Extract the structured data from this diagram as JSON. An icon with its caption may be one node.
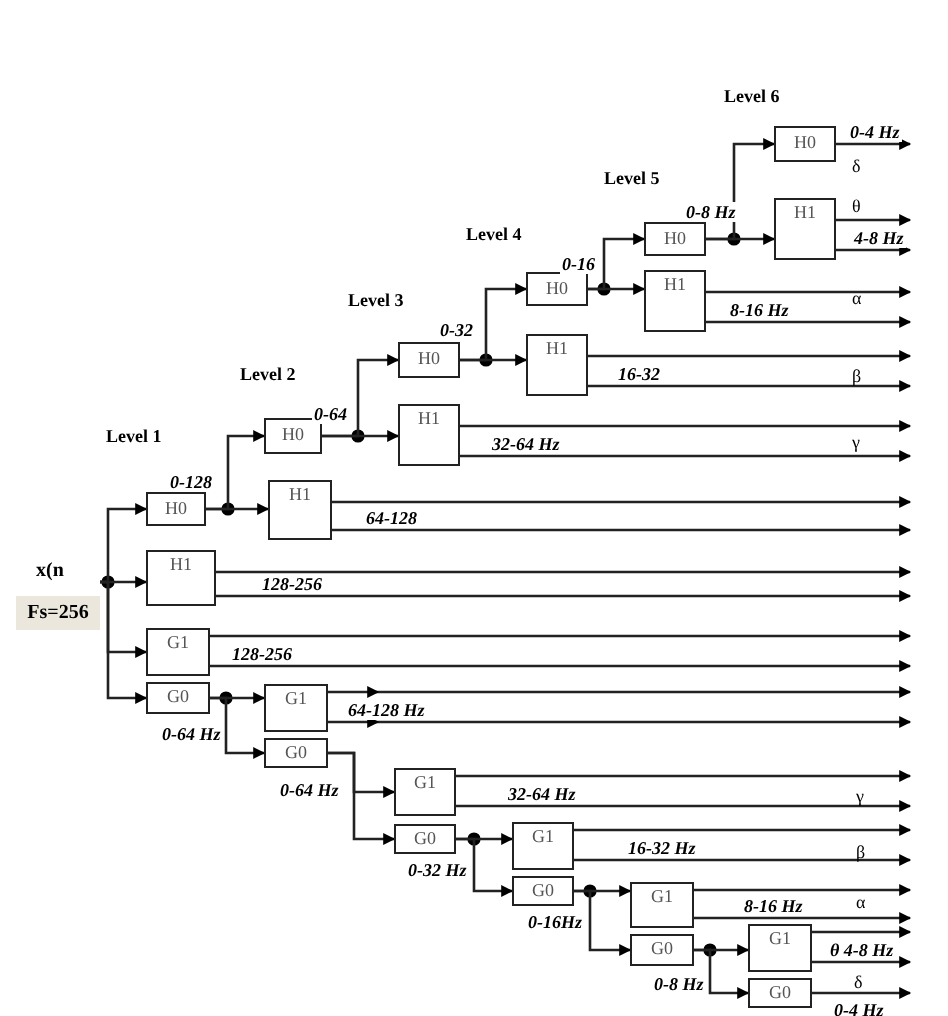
{
  "diagram": {
    "nodes": [
      {
        "text": [
          "x(n",
          "Fs=256"
        ]
      },
      {
        "text": [
          "H0"
        ]
      },
      {
        "text": [
          "H1"
        ]
      },
      {
        "text": [
          "G1"
        ]
      },
      {
        "text": [
          "G0"
        ]
      },
      {
        "text": [
          "H0"
        ]
      },
      {
        "text": [
          "H1"
        ]
      },
      {
        "text": [
          "H0"
        ]
      },
      {
        "text": [
          "H1"
        ]
      },
      {
        "text": [
          "H0"
        ]
      },
      {
        "text": [
          "H1"
        ]
      },
      {
        "text": [
          "H0"
        ]
      },
      {
        "text": [
          "H1"
        ]
      },
      {
        "text": [
          "H0"
        ]
      },
      {
        "text": [
          "H1"
        ]
      },
      {
        "text": [
          "G1"
        ]
      },
      {
        "text": [
          "G0"
        ]
      },
      {
        "text": [
          "G1"
        ]
      },
      {
        "text": [
          "G0"
        ]
      },
      {
        "text": [
          "G1"
        ]
      },
      {
        "text": [
          "G0"
        ]
      },
      {
        "text": [
          "G1"
        ]
      },
      {
        "text": [
          "G0"
        ]
      },
      {
        "text": [
          "G1"
        ]
      },
      {
        "text": [
          "G0"
        ]
      }
    ],
    "edges": [
      {
        "from": 0,
        "to": 1,
        "arrow": "to"
      },
      {
        "from": 0,
        "to": 2,
        "arrow": "to"
      },
      {
        "from": 0,
        "to": 3,
        "arrow": "to"
      },
      {
        "from": 0,
        "to": 4,
        "arrow": "to"
      },
      {
        "from": 1,
        "to": 5,
        "arrow": "to",
        "label": "0-128"
      },
      {
        "from": 1,
        "to": 6,
        "arrow": "to"
      },
      {
        "from": 5,
        "to": 7,
        "arrow": "to",
        "label": "0-64"
      },
      {
        "from": 5,
        "to": 8,
        "arrow": "to"
      },
      {
        "from": 7,
        "to": 9,
        "arrow": "to",
        "label": "0-32"
      },
      {
        "from": 7,
        "to": 10,
        "arrow": "to"
      },
      {
        "from": 9,
        "to": 11,
        "arrow": "to",
        "label": "0-16"
      },
      {
        "from": 9,
        "to": 12,
        "arrow": "to"
      },
      {
        "from": 11,
        "to": 13,
        "arrow": "to",
        "label": "0-8 Hz"
      },
      {
        "from": 11,
        "to": 14,
        "arrow": "to"
      },
      {
        "from": 4,
        "to": 15,
        "arrow": "to"
      },
      {
        "from": 4,
        "to": 16,
        "arrow": "to",
        "label": "0-64 Hz"
      },
      {
        "from": 16,
        "to": 17,
        "arrow": "to"
      },
      {
        "from": 16,
        "to": 18,
        "arrow": "to",
        "label": "0-64 Hz"
      },
      {
        "from": 18,
        "to": 19,
        "arrow": "to"
      },
      {
        "from": 18,
        "to": 20,
        "arrow": "to",
        "label": "0-32 Hz"
      },
      {
        "from": 20,
        "to": 21,
        "arrow": "to"
      },
      {
        "from": 20,
        "to": 22,
        "arrow": "to",
        "label": "0-16Hz"
      },
      {
        "from": 22,
        "to": 23,
        "arrow": "to"
      },
      {
        "from": 22,
        "to": 24,
        "arrow": "to",
        "label": "0-8 Hz"
      },
      {
        "from": 2,
        "to": null,
        "arrow": "to"
      },
      {
        "from": 2,
        "to": null,
        "arrow": "to",
        "label": "128-256"
      },
      {
        "from": 3,
        "to": null,
        "arrow": "to"
      },
      {
        "from": 3,
        "to": null,
        "arrow": "to",
        "label": "128-256"
      },
      {
        "from": 6,
        "to": null,
        "arrow": "to"
      },
      {
        "from": 6,
        "to": null,
        "arrow": "to",
        "label": "64-128"
      },
      {
        "from": 8,
        "to": null,
        "arrow": "to"
      },
      {
        "from": 8,
        "to": null,
        "arrow": "to",
        "label": "32-64 Hz"
      },
      {
        "from": 10,
        "to": null,
        "arrow": "to"
      },
      {
        "from": 10,
        "to": null,
        "arrow": "to",
        "label": "16-32"
      },
      {
        "from": 12,
        "to": null,
        "arrow": "to"
      },
      {
        "from": 12,
        "to": null,
        "arrow": "to",
        "label": "8-16 Hz"
      },
      {
        "from": 13,
        "to": null,
        "arrow": "to",
        "label": "0-4 Hz"
      },
      {
        "from": 14,
        "to": null,
        "arrow": "to"
      },
      {
        "from": 14,
        "to": null,
        "arrow": "to",
        "label": "4-8 Hz"
      },
      {
        "from": 15,
        "to": null,
        "arrow": "to"
      },
      {
        "from": 15,
        "to": null,
        "arrow": "to",
        "label": "64-128 Hz"
      },
      {
        "from": 17,
        "to": null,
        "arrow": "to"
      },
      {
        "from": 17,
        "to": null,
        "arrow": "to",
        "label": "32-64 Hz"
      },
      {
        "from": 19,
        "to": null,
        "arrow": "to"
      },
      {
        "from": 19,
        "to": null,
        "arrow": "to",
        "label": "16-32 Hz"
      },
      {
        "from": 21,
        "to": null,
        "arrow": "to"
      },
      {
        "from": 21,
        "to": null,
        "arrow": "to",
        "label": "8-16 Hz"
      },
      {
        "from": 23,
        "to": null,
        "arrow": "to"
      },
      {
        "from": 23,
        "to": null,
        "arrow": "to",
        "label": "θ 4-8 Hz"
      },
      {
        "from": 24,
        "to": null,
        "arrow": "to",
        "label": "0-4 Hz"
      }
    ],
    "labels": [
      "Level 6",
      "δ",
      "Level 5",
      "θ",
      "Level 4",
      "α",
      "Level 3",
      "β",
      "Level 2",
      "γ",
      "Level 1",
      "γ",
      "β",
      "α",
      "δ"
    ]
  }
}
